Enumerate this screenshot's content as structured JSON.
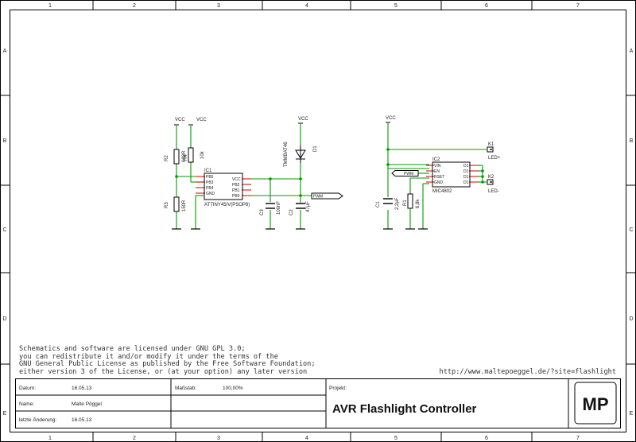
{
  "border": {
    "columns": [
      "1",
      "2",
      "3",
      "4",
      "5",
      "6",
      "7"
    ],
    "rows": [
      "A",
      "B",
      "C",
      "D",
      "E"
    ]
  },
  "schematic": {
    "power": [
      "VCC",
      "VCC",
      "VCC",
      "VCC"
    ],
    "ic1": {
      "ref": "IC1",
      "part": "ATTINY45/V(PSOP8)",
      "left_pins": [
        "PB5",
        "PB3",
        "PB4",
        "GND"
      ],
      "right_pins": [
        "VCC",
        "PB2",
        "PB1",
        "PB0"
      ]
    },
    "ic2": {
      "ref": "IC2",
      "part": "MIC4802",
      "left_pins": [
        "VIN",
        "EN",
        "RSET",
        "GND"
      ],
      "right_pins": [
        "D1",
        "D1",
        "D1",
        "D1"
      ]
    },
    "components": {
      "r2_ref": "R2",
      "r2_val": "680R",
      "r4_ref": "R4",
      "r4_val": "10k",
      "r3_ref": "R3",
      "r3_val": "150R",
      "r1_ref": "R1",
      "r1_val": "6,8k",
      "d1_ref": "D1",
      "d1_val": "TMMBAT46",
      "c3_ref": "C3",
      "c3_val": "100nF",
      "c2_ref": "C2",
      "c2_val": "47µF",
      "c1_ref": "C1",
      "c1_val": "2,2µF",
      "k1_ref": "K1",
      "k1_pin": "LED+",
      "k2_ref": "K2",
      "k2_pin": "LED-"
    },
    "net_labels": [
      "PWM",
      "PWM"
    ]
  },
  "license": [
    "Schematics and software are licensed under GNU GPL 3.0;",
    "you can redistribute it and/or modify it under the terms of the",
    "GNU General Public License as published by the Free Software Foundation;",
    "either version 3 of the License, or (at your option) any later version"
  ],
  "url": "http://www.maltepoeggel.de/?site=flashlight",
  "title_block": {
    "datum_label": "Datum:",
    "datum_value": "16.05.13",
    "name_label": "Name:",
    "name_value": "Malte Pöggel",
    "aenderung_label": "letzte Änderung:",
    "aenderung_value": "16.05.13",
    "massstab_label": "Maßstab:",
    "massstab_value": "100,00%",
    "projekt_label": "Projekt:",
    "title": "AVR Flashlight Controller",
    "logo": "MP"
  }
}
